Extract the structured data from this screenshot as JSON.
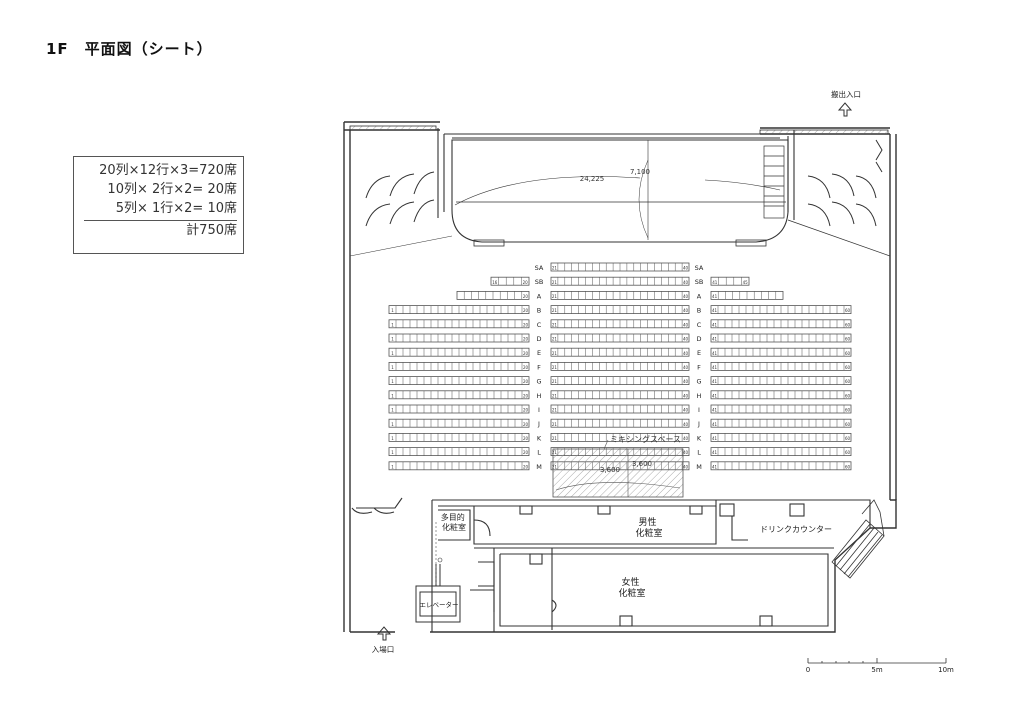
{
  "title": "1F　平面図（シート）",
  "summary": {
    "lines": [
      "20列×12行×3=720席",
      "10列×  2行×2=  20席",
      "5列×  1行×2=  10席"
    ],
    "total": "計750席"
  },
  "labels": {
    "carry_in": "搬出入口",
    "entrance": "入場口",
    "mixing_space": "ミキシングスペース",
    "multipurpose_restroom": "多目的\n化粧室",
    "mens_restroom": "男性\n化粧室",
    "womens_restroom": "女性\n化粧室",
    "drink_counter": "ドリンクカウンター",
    "elevator": "エレベーター"
  },
  "stage_dims": {
    "width": "24,225",
    "depth": "7,100"
  },
  "mixing_dims": {
    "width": "3,600",
    "depth": "3,600"
  },
  "scale_bar": {
    "labels": [
      "0",
      "5m",
      "10m"
    ]
  },
  "rows": [
    "SA",
    "SB",
    "A",
    "B",
    "C",
    "D",
    "E",
    "F",
    "G",
    "H",
    "I",
    "J",
    "K",
    "L",
    "M"
  ],
  "seat_numbers": {
    "left_start": "1",
    "left_end": "20",
    "center_start": "21",
    "center_end": "40",
    "right_start": "41",
    "right_end": "60",
    "sb_left_start": "16",
    "sb_right_end": "45"
  },
  "colors": {
    "line": "#333333",
    "seat": "#555555",
    "hatch": "#888888"
  }
}
